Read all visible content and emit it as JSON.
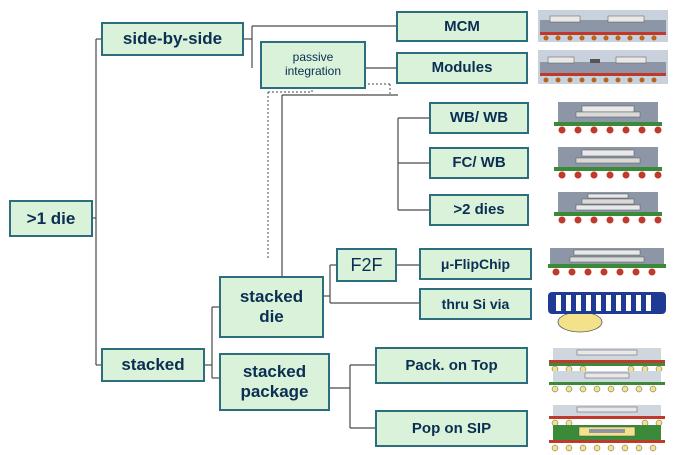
{
  "nodes": {
    "root": ">1 die",
    "side_by_side": "side-by-side",
    "stacked": "stacked",
    "passive_integration": "passive\nintegration",
    "mcm": "MCM",
    "modules": "Modules",
    "wb_wb": "WB/ WB",
    "fc_wb": "FC/ WB",
    "two_plus_dies": ">2 dies",
    "stacked_die": "stacked\ndie",
    "stacked_package": "stacked\npackage",
    "f2f": "F2F",
    "micro_flipchip": "μ-FlipChip",
    "thru_si_via": "thru Si via",
    "pack_on_top": "Pack. on Top",
    "pop_on_sip": "Pop on SIP"
  },
  "colors": {
    "box_fill": "#d9f2d9",
    "box_border": "#2d6e7e",
    "text": "#0a2f52",
    "line": "#4a4a4a",
    "package_grey": "#8c96a6",
    "solder_red": "#c0392b",
    "substrate_green": "#3a8a3a",
    "via_blue": "#1f3a93",
    "bump_yellow": "#f3e28a"
  }
}
